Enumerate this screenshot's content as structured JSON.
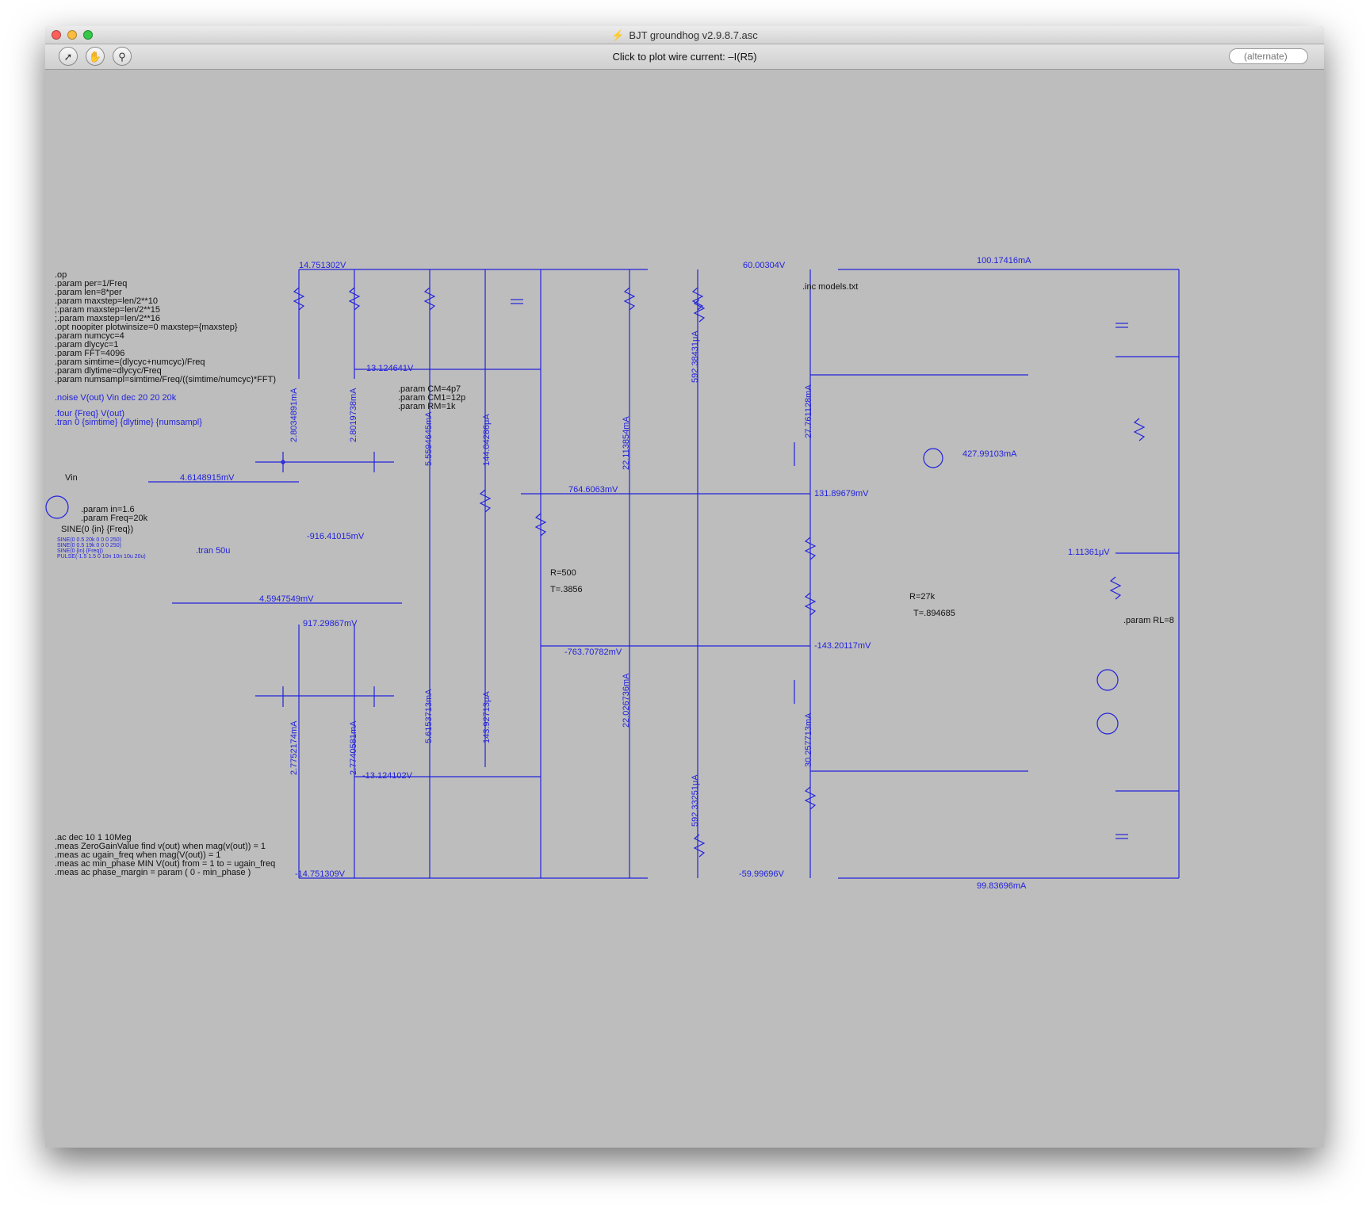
{
  "window": {
    "title": "BJT groundhog v2.9.8.7.asc"
  },
  "toolbar": {
    "buttons": [
      {
        "icon": "run-icon"
      },
      {
        "icon": "halt-hand-icon"
      },
      {
        "icon": "probe-icon"
      }
    ],
    "status": "Click to plot wire current: –I(R5)",
    "search_placeholder": "(alternate)"
  },
  "colors": {
    "wire": "#2222dd",
    "text": "#111111",
    "background": "#bdbdbd"
  },
  "directives": [
    ".op",
    ".param per=1/Freq",
    ".param len=8*per",
    ".param maxstep=len/2**10",
    ";.param maxstep=len/2**15",
    ";.param maxstep=len/2**16",
    ".opt noopiter plotwinsize=0 maxstep={maxstep}",
    ".param numcyc=4",
    ".param dlycyc=1",
    ".param FFT=4096",
    ".param simtime=(dlycyc+numcyc)/Freq",
    ".param dlytime=dlycyc/Freq",
    ".param numsampl=simtime/Freq/((simtime/numcyc)*FFT)"
  ],
  "noise": ".noise V(out) Vin dec 20 20 20k",
  "four": ".four {Freq} V(out)",
  "tran_cmd": ".tran 0 {simtime} {dlytime} {numsampl}",
  "params_cm": [
    ".param CM=4p7",
    ".param CM1=12p",
    ".param RM=1k"
  ],
  "inc": ".inc models.txt",
  "ac_meas": [
    ".ac dec 10 1 10Meg",
    ".meas ZeroGainValue find v(out) when mag(v(out)) = 1",
    ".meas ac ugain_freq when mag(V(out)) = 1",
    ".meas ac min_phase MIN V(out) from = 1 to = ugain_freq",
    ".meas ac phase_margin = param ( 0 - min_phase )"
  ],
  "source": {
    "name": "Vin",
    "param_in": ".param in=1.6",
    "param_freq": ".param Freq=20k",
    "sine": "SINE(0 {in} {Freq})",
    "alts": [
      "SINE(0 0.5 20k 0 0 0 250)",
      "SINE(0 0.5 19k 0 0 0 250)",
      "SINE(0 {in} {Freq})",
      "PULSE(-1.5 1.5 0 10n 10n 10u 20u)"
    ],
    "tran50": ".tran 50u"
  },
  "voltages": [
    "14.751302V",
    "13.124641V",
    "4.6148915mV",
    "-916.41015mV",
    "4.5947549mV",
    "917.29867mV",
    "-13.124102V",
    "-14.751309V",
    "764.6063mV",
    "-763.70782mV",
    "60.00304V",
    "-59.99696V",
    "131.89679mV",
    "-143.20117mV",
    "1.11361μV"
  ],
  "currents": [
    "2.8034891mA",
    "2.8019738mA",
    "5.5594645mA",
    "144.04286μA",
    "22.113854mA",
    "592.38431μA",
    "27.761128mA",
    "427.99103mA",
    "2.7752174mA",
    "2.7740581mA",
    "5.6153713mA",
    "143.92713μA",
    "22.026736mA",
    "592.33251μA",
    "30.257713mA",
    "100.17416mA",
    "99.83696mA"
  ],
  "params_misc": {
    "rl": ".param RL=8",
    "r_pot": "R=500",
    "t_pot": "T=.3856",
    "r_pot2": "R=27k",
    "t_pot2": "T=.894685"
  }
}
